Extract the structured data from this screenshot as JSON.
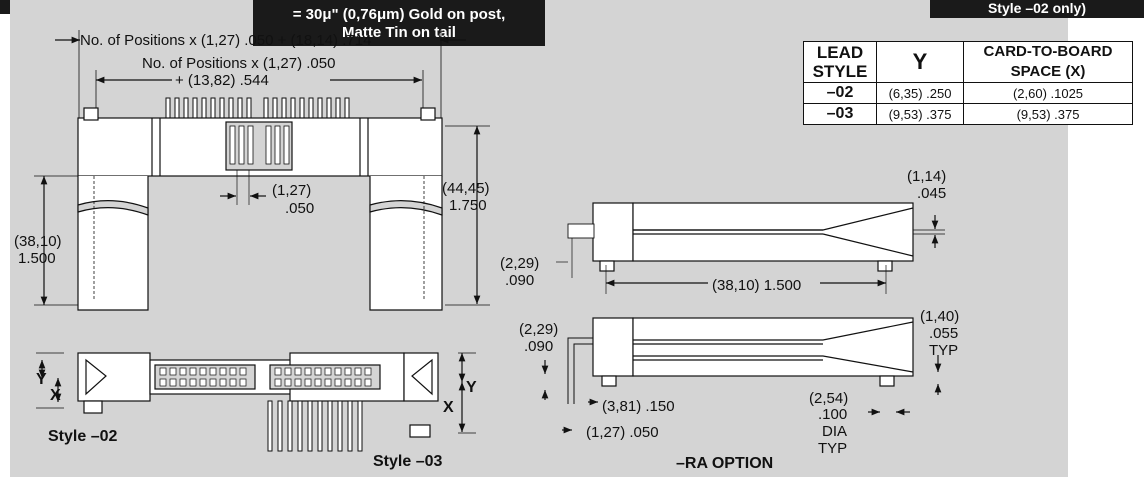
{
  "callouts": {
    "gold_line1": "= 30μ\" (0,76μm) Gold on post,",
    "gold_line2": "Matte Tin on tail",
    "style_note": "Style –02 only)"
  },
  "dimensions": {
    "overall_width": "No. of Positions x (1,27) .050 + (18,14) .714",
    "inner_width_1": "No. of Positions x (1,27) .050",
    "inner_width_2": "+ (13,82) .544",
    "pitch_mm": "(1,27)",
    "pitch_in": ".050",
    "height_mm": "(44,45)",
    "height_in": "1.750",
    "leg_mm": "(38,10)",
    "leg_in": "1.500",
    "post_mm": "(1,14)",
    "post_in": ".045",
    "offset_mm": "(2,29)",
    "offset_in": ".090",
    "depth": "(38,10) 1.500",
    "offset2_mm": "(2,29)",
    "offset2_in": ".090",
    "lead_mm": "(1,40)",
    "lead_in": ".055",
    "lead_typ": "TYP",
    "tail1": "(3,81) .150",
    "tail2": "(1,27) .050",
    "dia_mm": "(2,54)",
    "dia_in": ".100",
    "dia_label": "DIA",
    "dia_typ": "TYP"
  },
  "labels": {
    "style02": "Style –02",
    "style03": "Style –03",
    "ra_option": "–RA OPTION",
    "y_left": "Y",
    "x_left": "X",
    "y_right": "Y",
    "x_right": "X"
  },
  "table": {
    "col_lead_1": "LEAD",
    "col_lead_2": "STYLE",
    "col_y": "Y",
    "col_space_1": "CARD-TO-BOARD",
    "col_space_2": "SPACE (X)",
    "rows": [
      {
        "style": "–02",
        "y": "(6,35) .250",
        "x": "(2,60) .1025"
      },
      {
        "style": "–03",
        "y": "(9,53)  .375",
        "x": "(9,53)  .375"
      }
    ]
  }
}
